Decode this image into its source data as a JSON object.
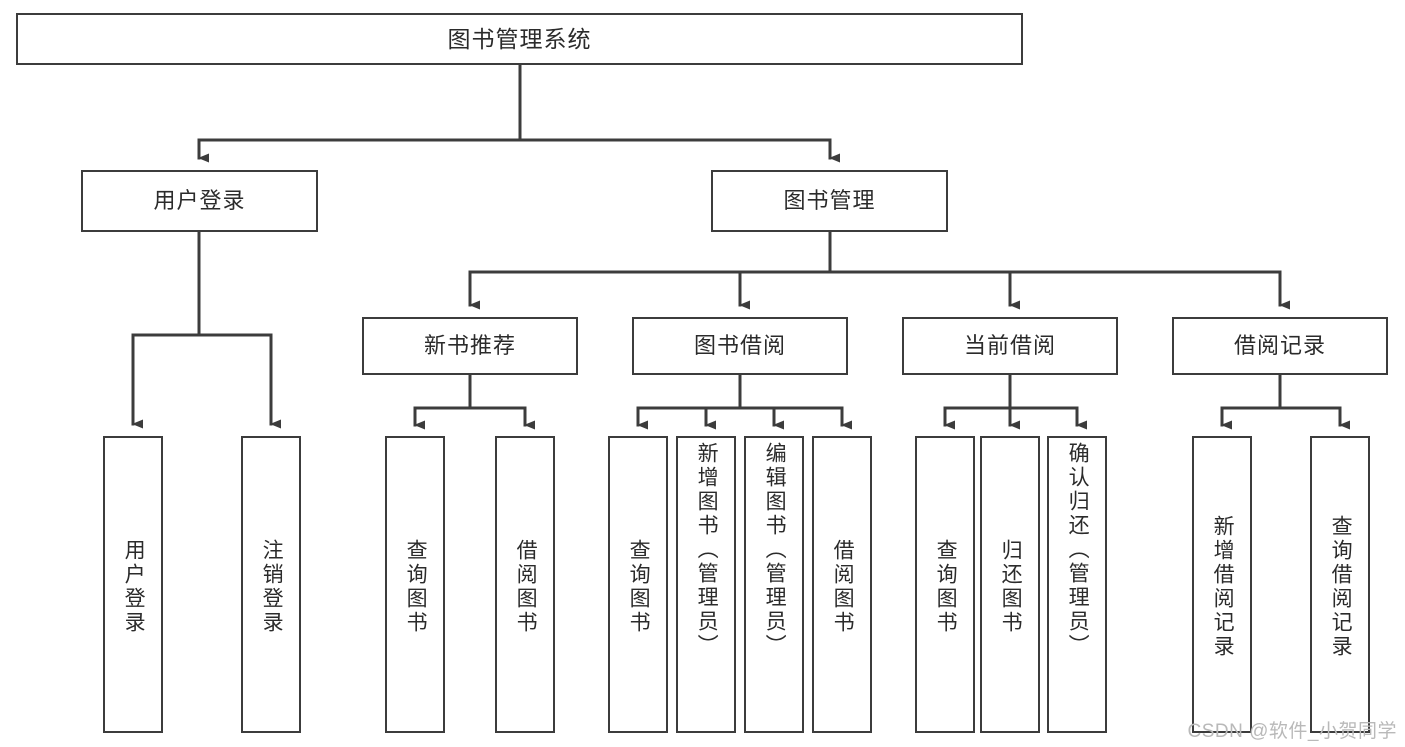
{
  "diagram": {
    "title": "图书管理系统",
    "type": "tree",
    "root": {
      "label": "图书管理系统"
    },
    "level2": [
      {
        "id": "user-login",
        "label": "用户登录"
      },
      {
        "id": "book-manage",
        "label": "图书管理"
      }
    ],
    "level3": [
      {
        "id": "new-book-recommend",
        "label": "新书推荐",
        "parent": "book-manage"
      },
      {
        "id": "book-borrow",
        "label": "图书借阅",
        "parent": "book-manage"
      },
      {
        "id": "current-borrow",
        "label": "当前借阅",
        "parent": "book-manage"
      },
      {
        "id": "borrow-record",
        "label": "借阅记录",
        "parent": "book-manage"
      }
    ],
    "leaves": {
      "user_login": [
        {
          "id": "leaf-user-login",
          "label": "用户登录"
        },
        {
          "id": "leaf-logout-login",
          "label": "注销登录"
        }
      ],
      "new_book_recommend": [
        {
          "id": "leaf-query-book-1",
          "label": "查询图书"
        },
        {
          "id": "leaf-borrow-book-1",
          "label": "借阅图书"
        }
      ],
      "book_borrow": [
        {
          "id": "leaf-query-book-2",
          "label": "查询图书"
        },
        {
          "id": "leaf-add-book",
          "label": "新增图书（管理员）"
        },
        {
          "id": "leaf-edit-book",
          "label": "编辑图书（管理员）"
        },
        {
          "id": "leaf-borrow-book-2",
          "label": "借阅图书"
        }
      ],
      "current_borrow": [
        {
          "id": "leaf-query-book-3",
          "label": "查询图书"
        },
        {
          "id": "leaf-return-book",
          "label": "归还图书"
        },
        {
          "id": "leaf-confirm-return",
          "label": "确认归还（管理员）"
        }
      ],
      "borrow_record": [
        {
          "id": "leaf-add-record",
          "label": "新增借阅记录"
        },
        {
          "id": "leaf-query-record",
          "label": "查询借阅记录"
        }
      ]
    }
  },
  "watermark": {
    "text": "CSDN @软件_小贺同学"
  },
  "colors": {
    "stroke": "#3c3c3c",
    "background": "#ffffff",
    "text": "#2b2b2b",
    "watermark": "#b9b9b9"
  }
}
